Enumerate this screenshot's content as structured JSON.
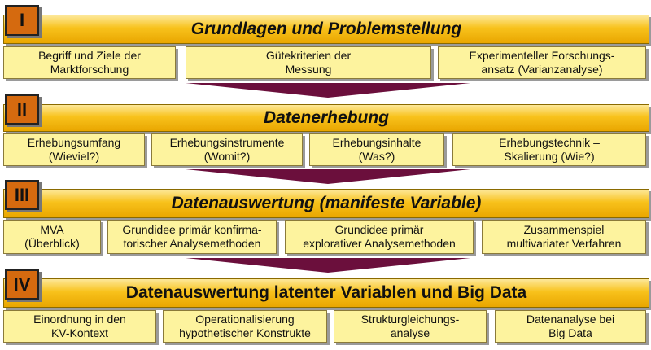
{
  "sections": [
    {
      "number": "I",
      "title": "Grundlagen und Problemstellung",
      "cards": [
        "Begriff und Ziele der\nMarktforschung",
        "Gütekriterien der\nMessung",
        "Experimenteller Forschungs-\nansatz (Varianzanalyse)"
      ]
    },
    {
      "number": "II",
      "title": "Datenerhebung",
      "cards": [
        "Erhebungsumfang\n(Wieviel?)",
        "Erhebungsinstrumente\n(Womit?)",
        "Erhebungsinhalte\n(Was?)",
        "Erhebungstechnik –\nSkalierung (Wie?)"
      ]
    },
    {
      "number": "III",
      "title": "Datenauswertung (manifeste Variable)",
      "cards": [
        "MVA\n(Überblick)",
        "Grundidee primär konfirma-\ntorischer Analysemethoden",
        "Grundidee primär\nexplorativer Analysemethoden",
        "Zusammenspiel\nmultivariater Verfahren"
      ]
    },
    {
      "number": "IV",
      "title": "Datenauswertung latenter Variablen und Big Data",
      "cards": [
        "Einordnung in den\nKV-Kontext",
        "Operationalisierung\nhypothetischer Konstrukte",
        "Strukturgleichungs-\nanalyse",
        "Datenanalyse bei\nBig Data"
      ]
    }
  ],
  "colors": {
    "banner": "#f8c21c",
    "number_box": "#d56a0f",
    "card": "#fdf39e",
    "arrow": "#6b0f3c"
  }
}
